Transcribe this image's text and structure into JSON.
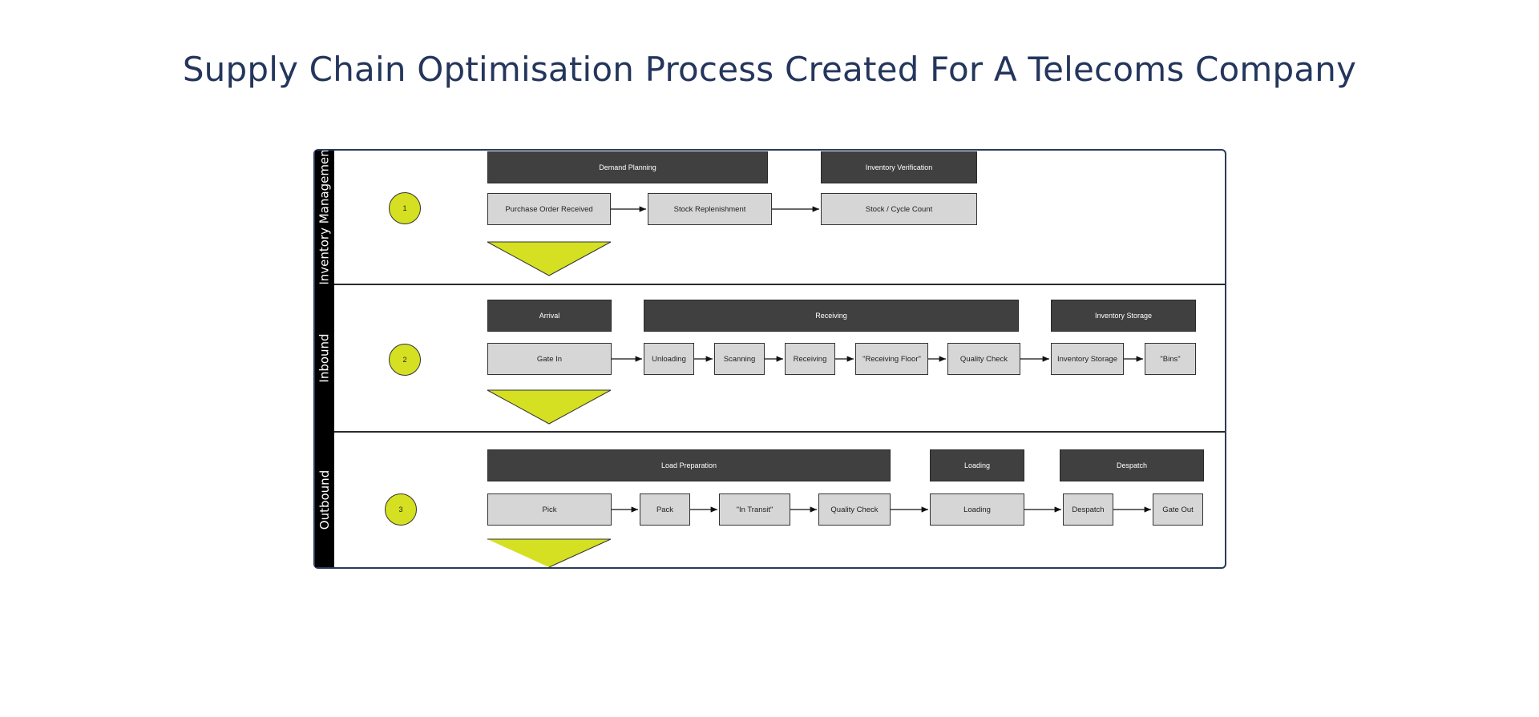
{
  "title": "Supply Chain Optimisation Process Created For A Telecoms Company",
  "colors": {
    "accent": "#d4e021",
    "phase": "#404040",
    "step": "#d6d6d6",
    "title": "#24365c"
  },
  "lanes": [
    {
      "label": "Inventory Managemen",
      "number": "1",
      "phases": [
        "Demand Planning",
        "Inventory Verification"
      ],
      "steps": [
        "Purchase Order Received",
        "Stock Replenishment",
        "Stock / Cycle Count"
      ]
    },
    {
      "label": "Inbound",
      "number": "2",
      "phases": [
        "Arrival",
        "Receiving",
        "Inventory Storage"
      ],
      "steps": [
        "Gate In",
        "Unloading",
        "Scanning",
        "Receiving",
        "\"Receiving Floor\"",
        "Quality Check",
        "Inventory Storage",
        "\"Bins\""
      ]
    },
    {
      "label": "Outbound",
      "number": "3",
      "phases": [
        "Load Preparation",
        "Loading",
        "Despatch"
      ],
      "steps": [
        "Pick",
        "Pack",
        "\"In Transit\"",
        "Quality Check",
        "Loading",
        "Despatch",
        "Gate Out"
      ]
    }
  ]
}
